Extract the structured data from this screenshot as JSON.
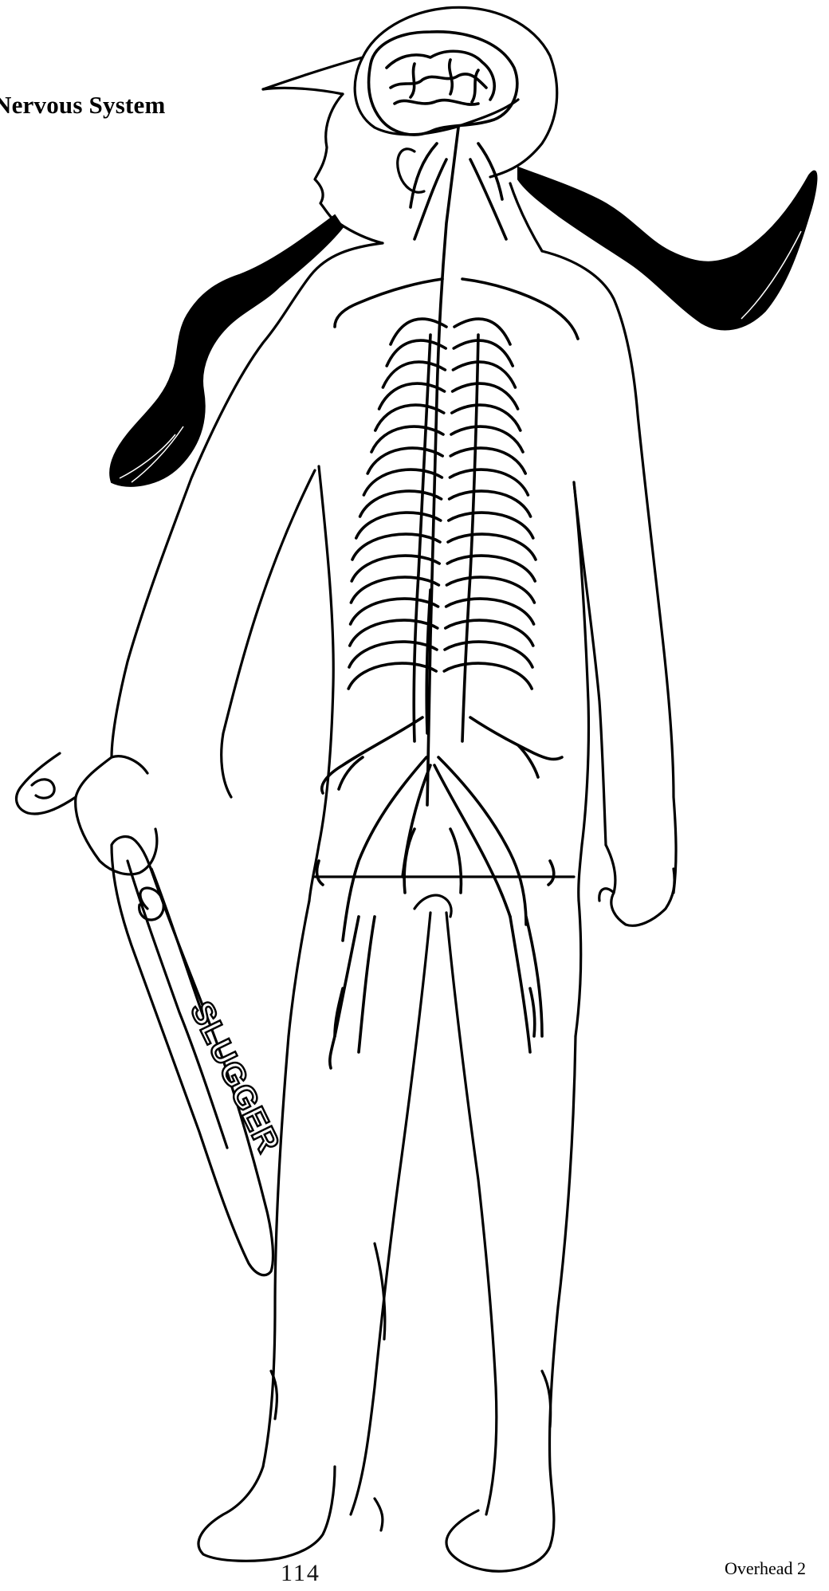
{
  "title": "Nervous System",
  "bat_label": "SLUGGER",
  "caption": "Overhead 2",
  "page_mark": "114"
}
